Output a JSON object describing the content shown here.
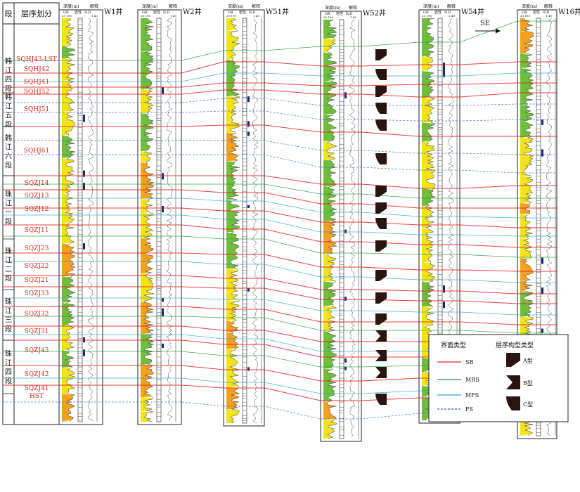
{
  "header": {
    "col_formation": "段",
    "col_sequence": "层序划分"
  },
  "well_header": {
    "depth": "深度(m)",
    "interp": "解释",
    "gr": "GR",
    "lith": "岩性",
    "ild": "ILD",
    "gr_range": "20 190",
    "ild_range": "1 40"
  },
  "wells": [
    {
      "name": "W1井"
    },
    {
      "name": "W2井"
    },
    {
      "name": "W51井"
    },
    {
      "name": "W52井"
    },
    {
      "name": "W54井"
    },
    {
      "name": "W16井"
    }
  ],
  "direction": "SE",
  "formations": [
    {
      "name": "韩江四段"
    },
    {
      "name": "韩江五段"
    },
    {
      "name": "韩江六段"
    },
    {
      "name": "珠江一段"
    },
    {
      "name": "珠江二段"
    },
    {
      "name": "珠江三段"
    },
    {
      "name": "珠江四段"
    }
  ],
  "sequences": [
    {
      "name": "SQHJ43-LST"
    },
    {
      "name": "SQHJ42"
    },
    {
      "name": "SQHJ41"
    },
    {
      "name": "SQHJ52"
    },
    {
      "name": "SQHJ51"
    },
    {
      "name": "SQHJ61"
    },
    {
      "name": "SQZJ14"
    },
    {
      "name": "SQZJ13"
    },
    {
      "name": "SQZJ12"
    },
    {
      "name": "SQZJ11"
    },
    {
      "name": "SQZJ23"
    },
    {
      "name": "SQZJ22"
    },
    {
      "name": "SQZJ21"
    },
    {
      "name": "SQZJ33"
    },
    {
      "name": "SQZJ32"
    },
    {
      "name": "SQZJ31"
    },
    {
      "name": "SQZJ43"
    },
    {
      "name": "SQZJ42"
    },
    {
      "name": "SQZJ41"
    },
    {
      "name": "HST"
    }
  ],
  "legend": {
    "surface_title": "界面类型",
    "pattern_title": "层序构型类型",
    "surfaces": [
      {
        "name": "SB",
        "color": "#e8201c"
      },
      {
        "name": "MRS",
        "color": "#1f9c3a"
      },
      {
        "name": "MFS",
        "color": "#2aa6d6"
      },
      {
        "name": "FS",
        "color": "#2b5fd0"
      }
    ],
    "patterns": [
      {
        "name": "A型"
      },
      {
        "name": "B型"
      },
      {
        "name": "C型"
      }
    ]
  },
  "colors": {
    "sb": "#e8201c",
    "mrs": "#1f9c3a",
    "mfs": "#2aa6d6",
    "fs": "#2b5fd0",
    "green_sst": "#6fbf3a",
    "yellow_sst": "#f2e21c",
    "orange_sst": "#f5a01e",
    "pattern_fill": "#2a1410",
    "text_red": "#d42a1e"
  }
}
